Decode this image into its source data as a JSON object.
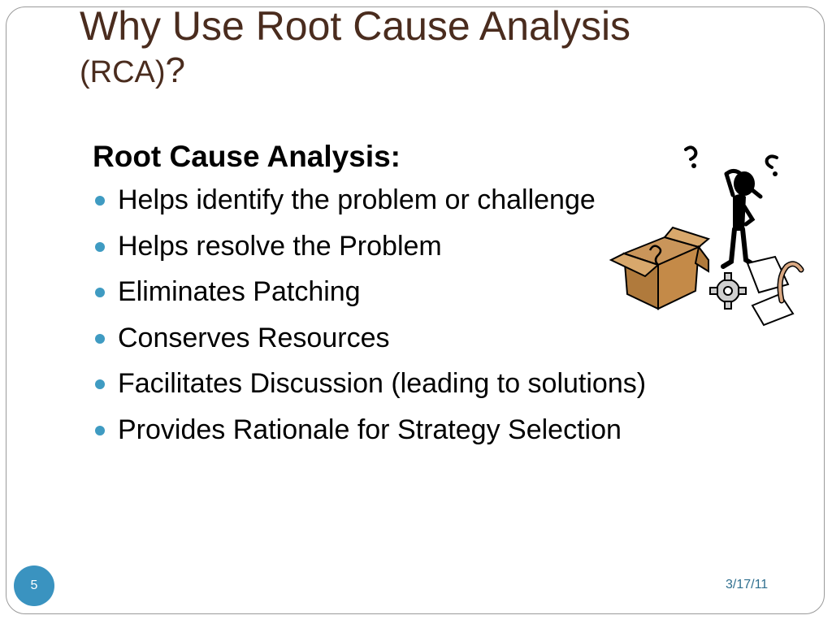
{
  "slide": {
    "title_main": "Why Use Root Cause Analysis",
    "title_sub": "(RCA)",
    "title_mark": "?",
    "heading": "Root Cause Analysis:",
    "bullets": [
      "Helps identify the problem or challenge",
      "Helps resolve the Problem",
      "Eliminates Patching",
      "Conserves Resources",
      "Facilitates Discussion (leading to solutions)",
      "Provides Rationale for Strategy Selection"
    ],
    "page_number": "5",
    "date": "3/17/11"
  },
  "colors": {
    "title": "#4a2c1e",
    "bullet": "#3f9bc2",
    "badge": "#3a93c0",
    "date": "#2f6f8f"
  },
  "icons": {
    "clipart": "confused-person-box-gear-clipart"
  }
}
